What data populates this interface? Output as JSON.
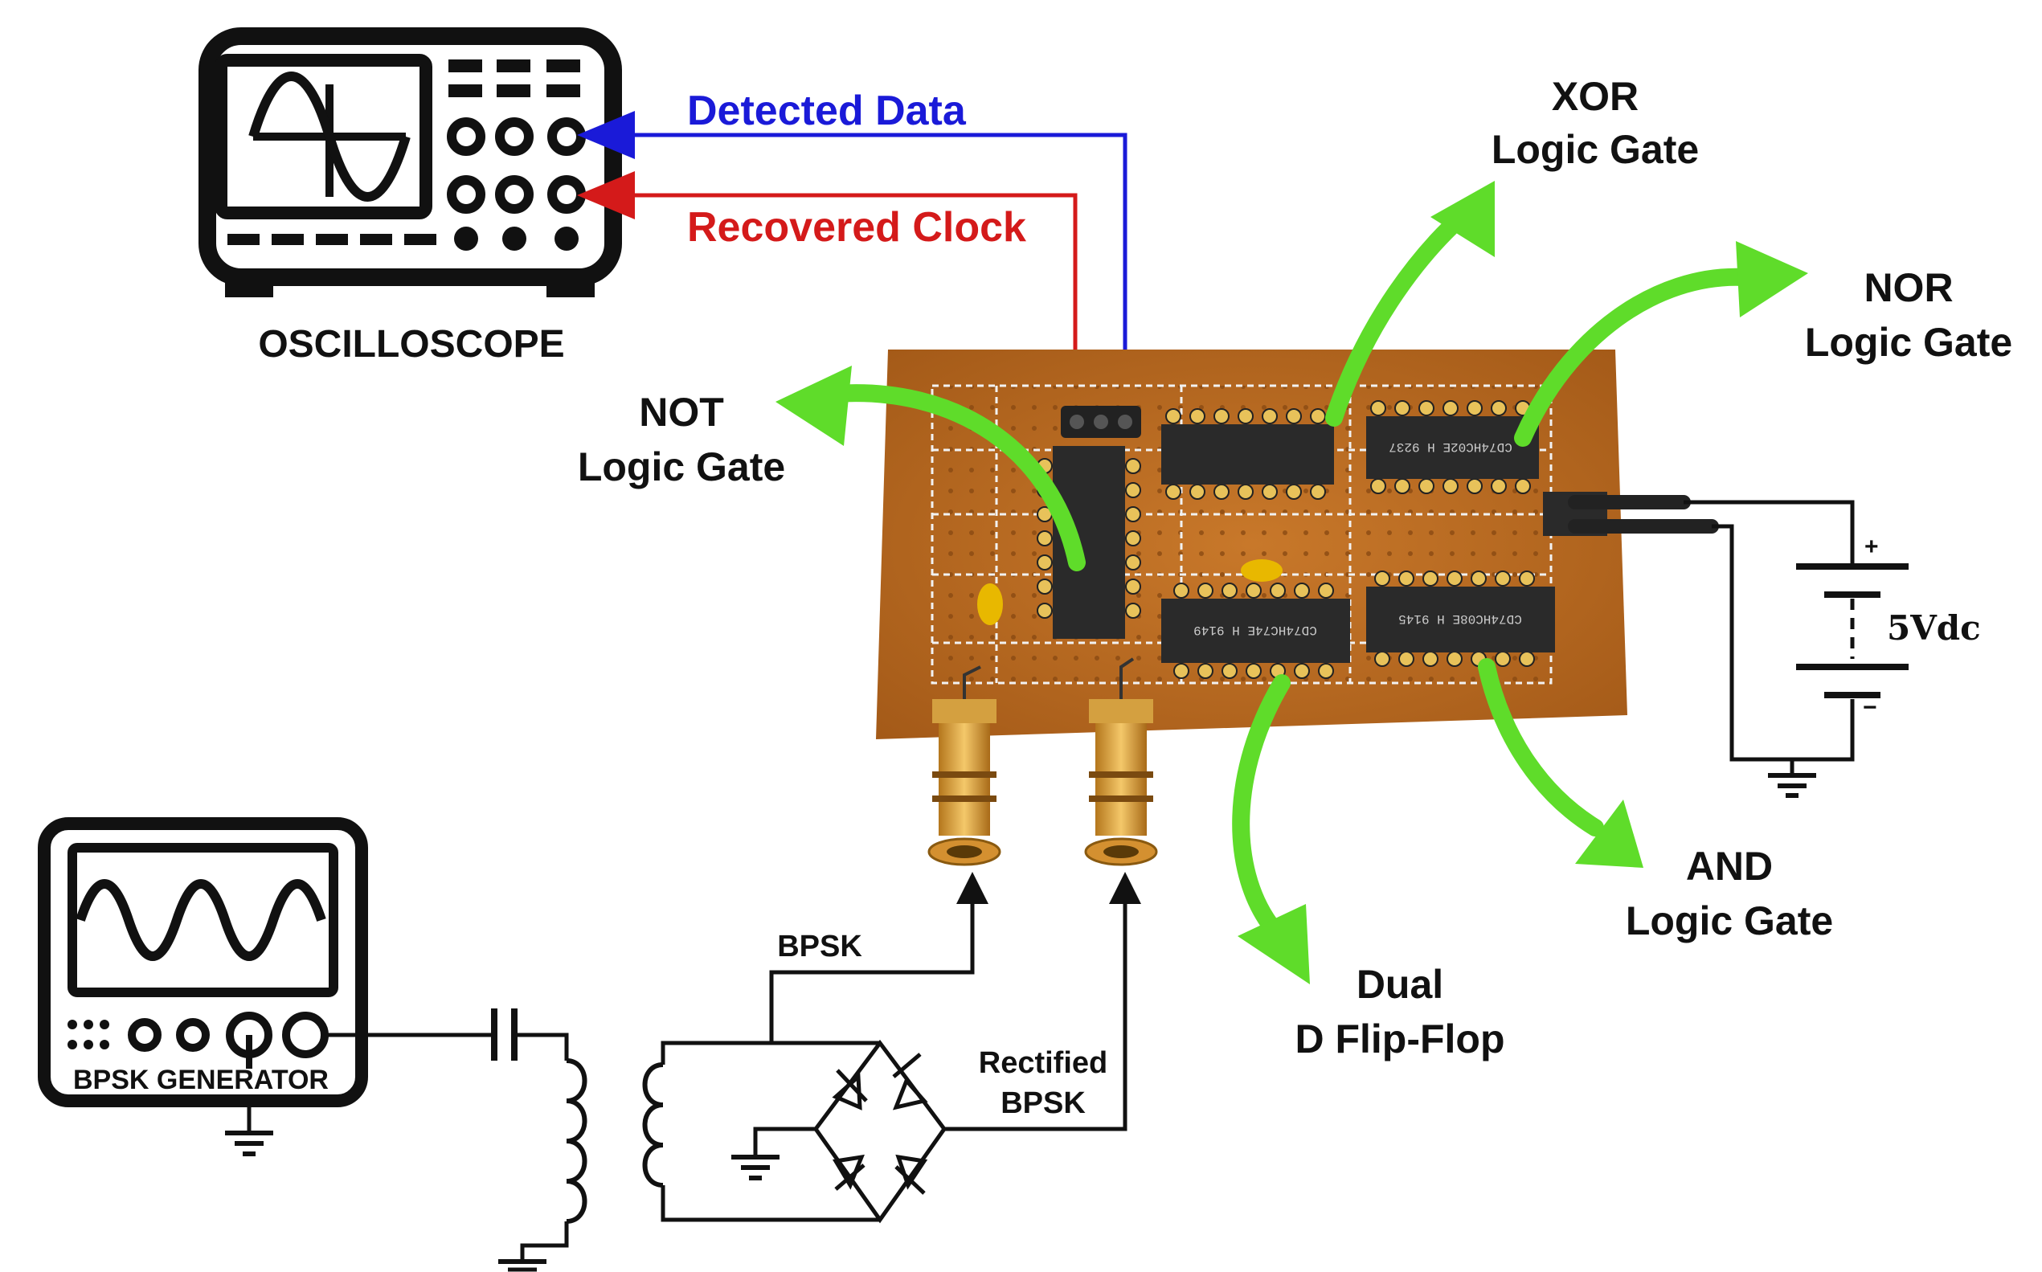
{
  "labels": {
    "detected_data": "Detected Data",
    "recovered_clock": "Recovered Clock",
    "oscilloscope": "OSCILLOSCOPE",
    "xor_line1": "XOR",
    "xor_line2": "Logic Gate",
    "nor_line1": "NOR",
    "nor_line2": "Logic Gate",
    "not_line1": "NOT",
    "not_line2": "Logic Gate",
    "and_line1": "AND",
    "and_line2": "Logic Gate",
    "dff_line1": "Dual",
    "dff_line2": "D Flip-Flop",
    "voltage": "5Vdc",
    "plus": "+",
    "minus": "−",
    "bpsk": "BPSK",
    "rectified_line1": "Rectified",
    "rectified_line2": "BPSK",
    "generator": "BPSK GENERATOR"
  },
  "chips": {
    "top_left": "",
    "top_right": "CD74HC02E  H 9237",
    "bottom_left": "CD74HC74E  H 9149",
    "bottom_right": "CD74HC08E  H 9145",
    "vertical": ""
  },
  "colors": {
    "data_wire": "#1a1ad8",
    "clock_wire": "#d41a1a",
    "arrow_green": "#5fdc2a",
    "board": "#b5651d",
    "chip": "#2a2a2a",
    "ink": "#111111"
  },
  "icons": {
    "oscilloscope": "oscilloscope-icon",
    "generator": "signal-generator-icon",
    "battery": "battery-icon",
    "ground": "ground-icon",
    "transformer": "transformer-icon",
    "bridge": "bridge-rectifier-icon",
    "capacitor": "capacitor-icon"
  }
}
